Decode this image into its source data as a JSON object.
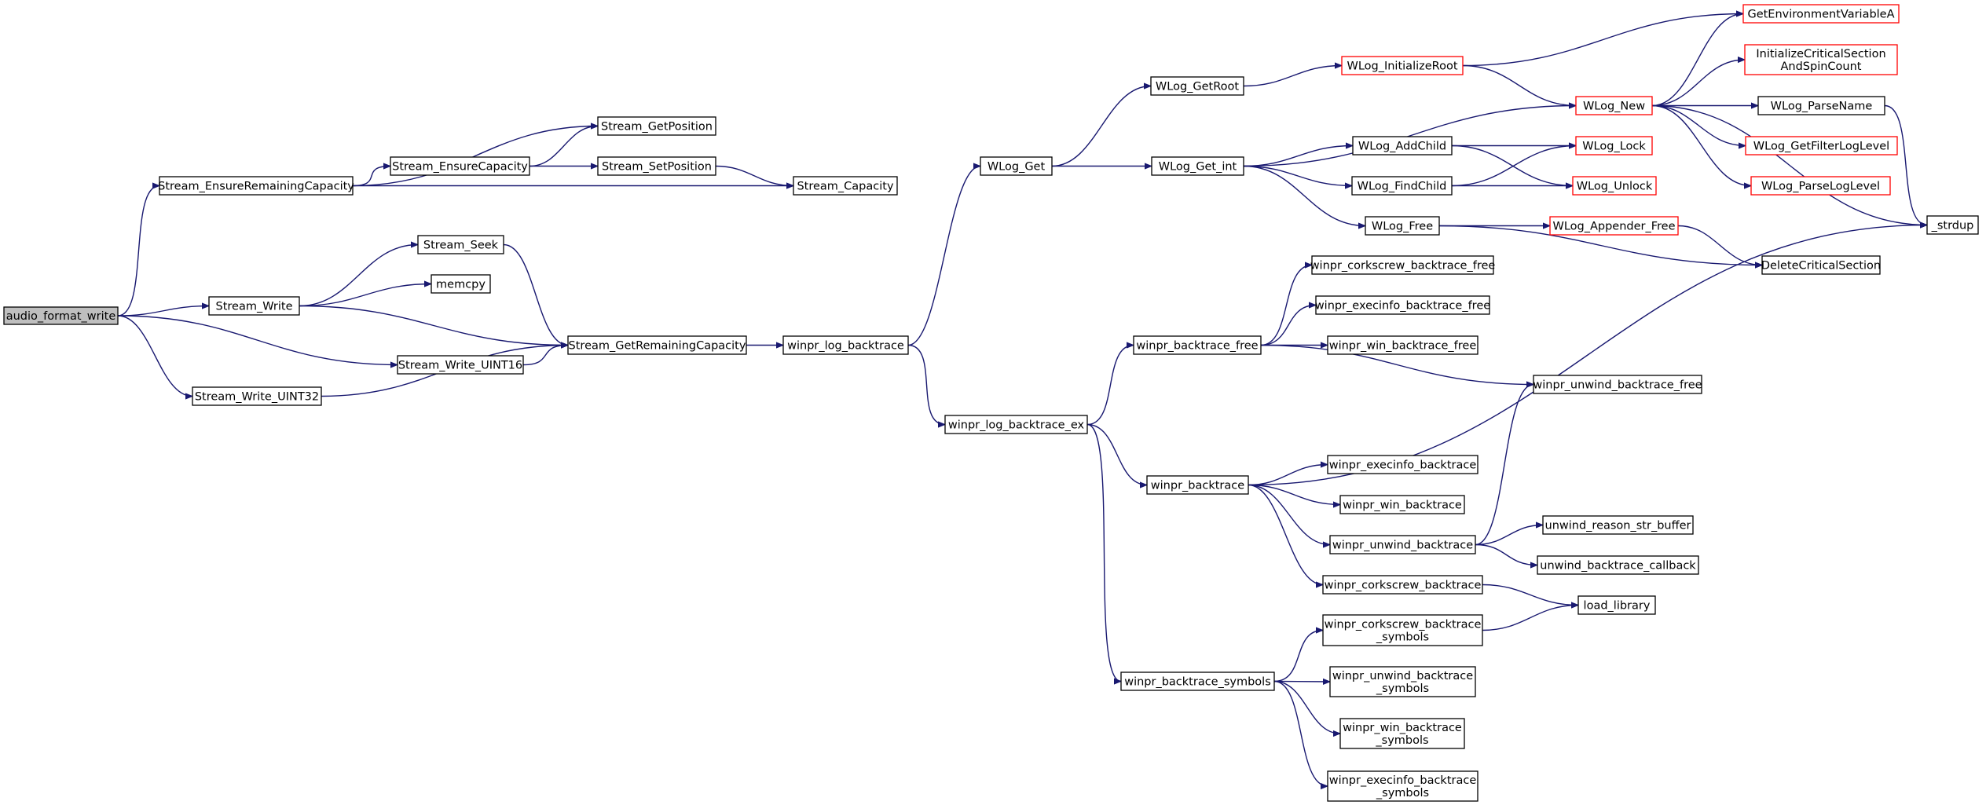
{
  "graph": {
    "colors": {
      "edge": "#191970",
      "node_border": "#000000",
      "external_node_border": "#ff0000",
      "root_fill": "#bfbfbf",
      "node_fill": "#ffffff"
    },
    "nodes": [
      {
        "id": "audio_format_write",
        "lines": [
          "audio_format_write"
        ]
      },
      {
        "id": "Stream_EnsureRemainingCapacity",
        "lines": [
          "Stream_EnsureRemainingCapacity"
        ]
      },
      {
        "id": "Stream_Write",
        "lines": [
          "Stream_Write"
        ]
      },
      {
        "id": "Stream_Write_UINT16",
        "lines": [
          "Stream_Write_UINT16"
        ]
      },
      {
        "id": "Stream_Write_UINT32",
        "lines": [
          "Stream_Write_UINT32"
        ]
      },
      {
        "id": "Stream_EnsureCapacity",
        "lines": [
          "Stream_EnsureCapacity"
        ]
      },
      {
        "id": "Stream_GetPosition",
        "lines": [
          "Stream_GetPosition"
        ]
      },
      {
        "id": "Stream_SetPosition",
        "lines": [
          "Stream_SetPosition"
        ]
      },
      {
        "id": "Stream_Capacity",
        "lines": [
          "Stream_Capacity"
        ]
      },
      {
        "id": "Stream_Seek",
        "lines": [
          "Stream_Seek"
        ]
      },
      {
        "id": "memcpy",
        "lines": [
          "memcpy"
        ]
      },
      {
        "id": "Stream_GetRemainingCapacity",
        "lines": [
          "Stream_GetRemainingCapacity"
        ]
      },
      {
        "id": "winpr_log_backtrace",
        "lines": [
          "winpr_log_backtrace"
        ]
      },
      {
        "id": "WLog_Get",
        "lines": [
          "WLog_Get"
        ]
      },
      {
        "id": "winpr_log_backtrace_ex",
        "lines": [
          "winpr_log_backtrace_ex"
        ]
      },
      {
        "id": "WLog_GetRoot",
        "lines": [
          "WLog_GetRoot"
        ]
      },
      {
        "id": "WLog_Get_int",
        "lines": [
          "WLog_Get_int"
        ]
      },
      {
        "id": "WLog_InitializeRoot",
        "lines": [
          "WLog_InitializeRoot"
        ]
      },
      {
        "id": "WLog_New",
        "lines": [
          "WLog_New"
        ]
      },
      {
        "id": "WLog_AddChild",
        "lines": [
          "WLog_AddChild"
        ]
      },
      {
        "id": "WLog_FindChild",
        "lines": [
          "WLog_FindChild"
        ]
      },
      {
        "id": "WLog_Free",
        "lines": [
          "WLog_Free"
        ]
      },
      {
        "id": "WLog_Lock",
        "lines": [
          "WLog_Lock"
        ]
      },
      {
        "id": "WLog_Unlock",
        "lines": [
          "WLog_Unlock"
        ]
      },
      {
        "id": "WLog_Appender_Free",
        "lines": [
          "WLog_Appender_Free"
        ]
      },
      {
        "id": "DeleteCriticalSection",
        "lines": [
          "DeleteCriticalSection"
        ]
      },
      {
        "id": "GetEnvironmentVariableA",
        "lines": [
          "GetEnvironmentVariableA"
        ]
      },
      {
        "id": "InitializeCriticalSectionAndSpinCount",
        "lines": [
          "InitializeCriticalSection",
          "AndSpinCount"
        ]
      },
      {
        "id": "WLog_ParseName",
        "lines": [
          "WLog_ParseName"
        ]
      },
      {
        "id": "WLog_GetFilterLogLevel",
        "lines": [
          "WLog_GetFilterLogLevel"
        ]
      },
      {
        "id": "WLog_ParseLogLevel",
        "lines": [
          "WLog_ParseLogLevel"
        ]
      },
      {
        "id": "_strdup",
        "lines": [
          "_strdup"
        ]
      },
      {
        "id": "winpr_backtrace_free",
        "lines": [
          "winpr_backtrace_free"
        ]
      },
      {
        "id": "winpr_corkscrew_backtrace_free",
        "lines": [
          "winpr_corkscrew_backtrace_free"
        ]
      },
      {
        "id": "winpr_execinfo_backtrace_free",
        "lines": [
          "winpr_execinfo_backtrace_free"
        ]
      },
      {
        "id": "winpr_win_backtrace_free",
        "lines": [
          "winpr_win_backtrace_free"
        ]
      },
      {
        "id": "winpr_unwind_backtrace_free",
        "lines": [
          "winpr_unwind_backtrace_free"
        ]
      },
      {
        "id": "winpr_backtrace",
        "lines": [
          "winpr_backtrace"
        ]
      },
      {
        "id": "winpr_execinfo_backtrace",
        "lines": [
          "winpr_execinfo_backtrace"
        ]
      },
      {
        "id": "winpr_win_backtrace",
        "lines": [
          "winpr_win_backtrace"
        ]
      },
      {
        "id": "winpr_unwind_backtrace",
        "lines": [
          "winpr_unwind_backtrace"
        ]
      },
      {
        "id": "winpr_corkscrew_backtrace",
        "lines": [
          "winpr_corkscrew_backtrace"
        ]
      },
      {
        "id": "unwind_reason_str_buffer",
        "lines": [
          "unwind_reason_str_buffer"
        ]
      },
      {
        "id": "unwind_backtrace_callback",
        "lines": [
          "unwind_backtrace_callback"
        ]
      },
      {
        "id": "load_library",
        "lines": [
          "load_library"
        ]
      },
      {
        "id": "winpr_backtrace_symbols",
        "lines": [
          "winpr_backtrace_symbols"
        ]
      },
      {
        "id": "winpr_corkscrew_backtrace_symbols",
        "lines": [
          "winpr_corkscrew_backtrace",
          "_symbols"
        ]
      },
      {
        "id": "winpr_unwind_backtrace_symbols",
        "lines": [
          "winpr_unwind_backtrace",
          "_symbols"
        ]
      },
      {
        "id": "winpr_win_backtrace_symbols",
        "lines": [
          "winpr_win_backtrace",
          "_symbols"
        ]
      },
      {
        "id": "winpr_execinfo_backtrace_symbols",
        "lines": [
          "winpr_execinfo_backtrace",
          "_symbols"
        ]
      }
    ],
    "edges": [
      [
        "audio_format_write",
        "Stream_EnsureRemainingCapacity"
      ],
      [
        "audio_format_write",
        "Stream_Write"
      ],
      [
        "audio_format_write",
        "Stream_Write_UINT16"
      ],
      [
        "audio_format_write",
        "Stream_Write_UINT32"
      ],
      [
        "Stream_EnsureRemainingCapacity",
        "Stream_GetPosition"
      ],
      [
        "Stream_EnsureRemainingCapacity",
        "Stream_EnsureCapacity"
      ],
      [
        "Stream_EnsureRemainingCapacity",
        "Stream_Capacity"
      ],
      [
        "Stream_EnsureCapacity",
        "Stream_GetPosition"
      ],
      [
        "Stream_EnsureCapacity",
        "Stream_SetPosition"
      ],
      [
        "Stream_SetPosition",
        "Stream_Capacity"
      ],
      [
        "Stream_Write",
        "Stream_Seek"
      ],
      [
        "Stream_Write",
        "memcpy"
      ],
      [
        "Stream_Write",
        "Stream_GetRemainingCapacity"
      ],
      [
        "Stream_Seek",
        "Stream_GetRemainingCapacity"
      ],
      [
        "Stream_Write_UINT16",
        "Stream_GetRemainingCapacity"
      ],
      [
        "Stream_Write_UINT32",
        "Stream_GetRemainingCapacity"
      ],
      [
        "Stream_GetRemainingCapacity",
        "winpr_log_backtrace"
      ],
      [
        "winpr_log_backtrace",
        "WLog_Get"
      ],
      [
        "winpr_log_backtrace",
        "winpr_log_backtrace_ex"
      ],
      [
        "WLog_Get",
        "WLog_GetRoot"
      ],
      [
        "WLog_Get",
        "WLog_Get_int"
      ],
      [
        "WLog_GetRoot",
        "WLog_InitializeRoot"
      ],
      [
        "WLog_InitializeRoot",
        "GetEnvironmentVariableA"
      ],
      [
        "WLog_InitializeRoot",
        "WLog_New"
      ],
      [
        "WLog_Get_int",
        "WLog_New"
      ],
      [
        "WLog_Get_int",
        "WLog_AddChild"
      ],
      [
        "WLog_Get_int",
        "WLog_FindChild"
      ],
      [
        "WLog_Get_int",
        "WLog_Free"
      ],
      [
        "WLog_AddChild",
        "WLog_Lock"
      ],
      [
        "WLog_AddChild",
        "WLog_Unlock"
      ],
      [
        "WLog_FindChild",
        "WLog_Lock"
      ],
      [
        "WLog_FindChild",
        "WLog_Unlock"
      ],
      [
        "WLog_Free",
        "WLog_Appender_Free"
      ],
      [
        "WLog_Free",
        "DeleteCriticalSection"
      ],
      [
        "WLog_Appender_Free",
        "DeleteCriticalSection"
      ],
      [
        "WLog_New",
        "GetEnvironmentVariableA"
      ],
      [
        "WLog_New",
        "InitializeCriticalSectionAndSpinCount"
      ],
      [
        "WLog_New",
        "WLog_ParseName"
      ],
      [
        "WLog_New",
        "WLog_GetFilterLogLevel"
      ],
      [
        "WLog_New",
        "WLog_ParseLogLevel"
      ],
      [
        "WLog_New",
        "_strdup"
      ],
      [
        "WLog_ParseName",
        "_strdup"
      ],
      [
        "winpr_log_backtrace_ex",
        "winpr_backtrace_free"
      ],
      [
        "winpr_log_backtrace_ex",
        "winpr_backtrace"
      ],
      [
        "winpr_log_backtrace_ex",
        "winpr_backtrace_symbols"
      ],
      [
        "winpr_backtrace_free",
        "winpr_corkscrew_backtrace_free"
      ],
      [
        "winpr_backtrace_free",
        "winpr_execinfo_backtrace_free"
      ],
      [
        "winpr_backtrace_free",
        "winpr_win_backtrace_free"
      ],
      [
        "winpr_backtrace_free",
        "winpr_unwind_backtrace_free"
      ],
      [
        "winpr_backtrace",
        "_strdup"
      ],
      [
        "winpr_backtrace",
        "winpr_execinfo_backtrace"
      ],
      [
        "winpr_backtrace",
        "winpr_win_backtrace"
      ],
      [
        "winpr_backtrace",
        "winpr_unwind_backtrace"
      ],
      [
        "winpr_backtrace",
        "winpr_corkscrew_backtrace"
      ],
      [
        "winpr_unwind_backtrace",
        "winpr_unwind_backtrace_free"
      ],
      [
        "winpr_unwind_backtrace",
        "unwind_reason_str_buffer"
      ],
      [
        "winpr_unwind_backtrace",
        "unwind_backtrace_callback"
      ],
      [
        "winpr_corkscrew_backtrace",
        "load_library"
      ],
      [
        "winpr_backtrace_symbols",
        "winpr_corkscrew_backtrace_symbols"
      ],
      [
        "winpr_backtrace_symbols",
        "winpr_unwind_backtrace_symbols"
      ],
      [
        "winpr_backtrace_symbols",
        "winpr_win_backtrace_symbols"
      ],
      [
        "winpr_backtrace_symbols",
        "winpr_execinfo_backtrace_symbols"
      ],
      [
        "winpr_corkscrew_backtrace_symbols",
        "load_library"
      ]
    ]
  }
}
